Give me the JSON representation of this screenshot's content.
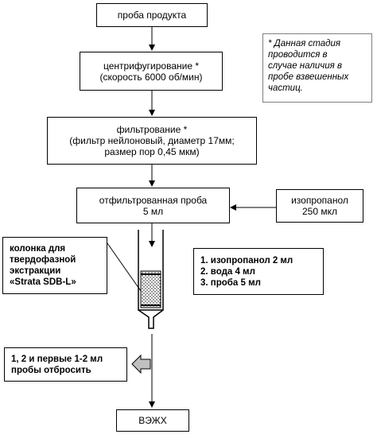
{
  "diagram": {
    "step_sample": "проба продукта",
    "step_centrifuge": [
      "центрифугирование *",
      "(скорость 6000 об/мин)"
    ],
    "step_filter": [
      "фильтрование *",
      "(фильтр нейлоновый, диаметр 17мм;",
      "размер пор 0,45 мкм)"
    ],
    "step_filtered": [
      "отфильтрованная проба",
      "5 мл"
    ],
    "reagent": [
      "изопропанол",
      "250 мкл"
    ],
    "column_label": [
      "колонка для",
      "твердофазной",
      "экстракции",
      "«Strata SDB-L»"
    ],
    "loading_steps": [
      "1. изопропанол 2 мл",
      "2. вода 4 мл",
      "3. проба 5 мл"
    ],
    "discard": [
      "1, 2 и первые 1-2 мл",
      "пробы отбросить"
    ],
    "final_step": "ВЭЖХ",
    "footnote": [
      "* Данная стадия",
      "проводится в",
      "случае наличия в",
      "пробе взвешенных",
      "частиц."
    ]
  }
}
